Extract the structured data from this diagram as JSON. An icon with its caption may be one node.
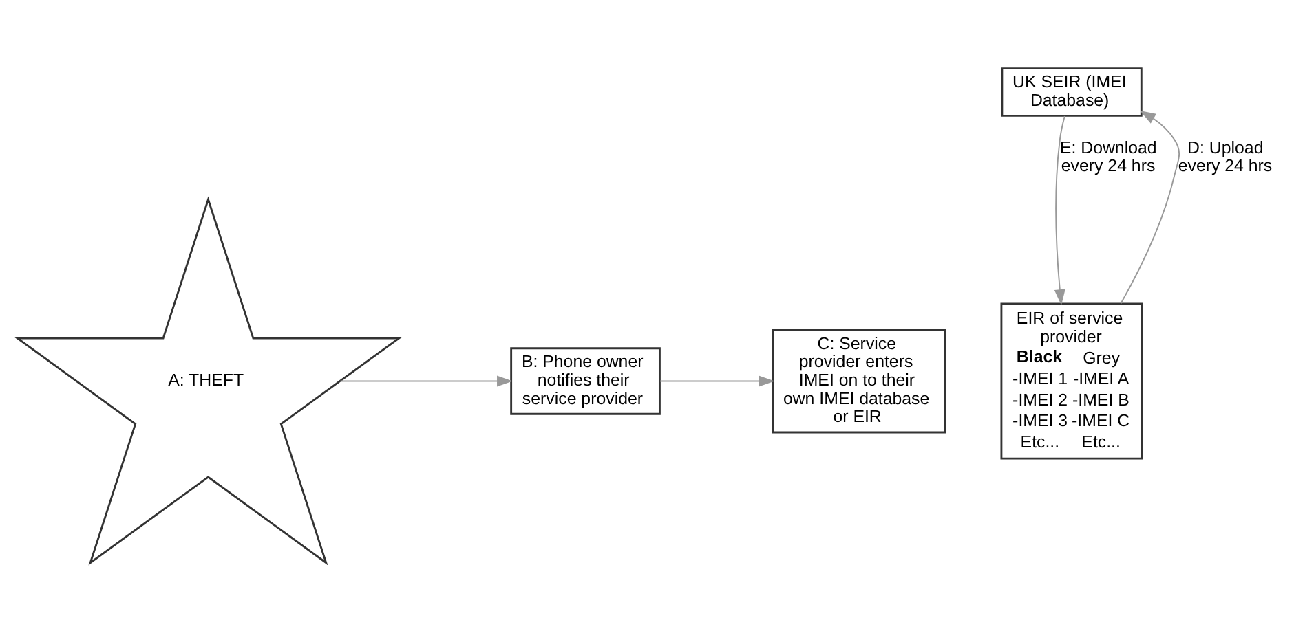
{
  "diagram": {
    "nodes": [
      {
        "text": [
          "A: THEFT"
        ]
      },
      {
        "text": [
          "B: Phone owner notifies their service provider"
        ]
      },
      {
        "text": [
          "C: Service provider enters IMEI on to their own IMEI database or EIR"
        ]
      },
      {
        "text": [
          "UK SEIR (IMEI Database)"
        ]
      },
      {
        "text": [
          "EIR of service provider",
          "Black",
          "Grey",
          "-IMEI 1",
          "-IMEI A",
          "-IMEI 2",
          "-IMEI B",
          "-IMEI 3",
          "-IMEI C",
          "Etc...",
          "Etc..."
        ]
      }
    ],
    "edges": [
      {
        "from": 0,
        "to": 1,
        "arrow": "to"
      },
      {
        "from": 1,
        "to": 2,
        "arrow": "to"
      },
      {
        "from": 4,
        "to": 3,
        "arrow": "to",
        "label": "D: Upload every 24 hrs"
      },
      {
        "from": 3,
        "to": 4,
        "arrow": "to",
        "label": "E: Download every 24 hrs"
      }
    ]
  }
}
